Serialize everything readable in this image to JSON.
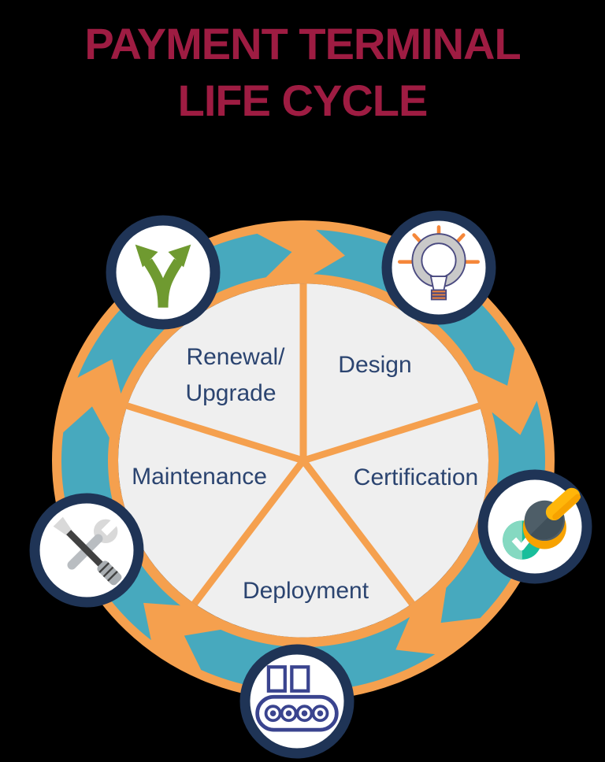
{
  "title": {
    "line1": "PAYMENT TERMINAL",
    "line2": "LIFE CYCLE"
  },
  "cycle": {
    "description": "circular five-stage life cycle diagram with clockwise teal arrows on an orange ring",
    "segments": [
      {
        "name": "renewal-upgrade",
        "label": "Renewal/Upgrade",
        "label_line1": "Renewal/",
        "label_line2": "Upgrade",
        "icon": "branch-arrows-icon"
      },
      {
        "name": "design",
        "label": "Design",
        "label_line1": "Design",
        "icon": "lightbulb-icon"
      },
      {
        "name": "certification",
        "label": "Certification",
        "label_line1": "Certification",
        "icon": "approval-stamp-icon"
      },
      {
        "name": "deployment",
        "label": "Deployment",
        "label_line1": "Deployment",
        "icon": "conveyor-belt-icon"
      },
      {
        "name": "maintenance",
        "label": "Maintenance",
        "label_line1": "Maintenance",
        "icon": "tools-icon"
      }
    ]
  },
  "colors": {
    "background": "#000000",
    "title": "#9E1C42",
    "orange": "#F5A04E",
    "teal": "#47A9BE",
    "navy": "#1F3456",
    "label": "#2B4470",
    "segment_fill": "#EFEFEF",
    "icon_bg": "#FFFFFF",
    "green": "#6F9A30",
    "bulb_gray": "#C9C9C9",
    "bulb_outline": "#4A4A80",
    "ray_orange": "#F5873A",
    "stamp_gold": "#FFB60A",
    "stamp_gold_dark": "#F7A200",
    "stamp_head": "#4E5E68",
    "stamp_head_dark": "#40505A",
    "stamp_green": "#19BE9B",
    "stamp_green_light": "#85D9C1",
    "tool_gray": "#B9BDC1",
    "tool_light": "#D9D9D9",
    "tool_dark": "#414141",
    "handle_gray": "#A9AEB2",
    "conveyor": "#3A448F"
  }
}
